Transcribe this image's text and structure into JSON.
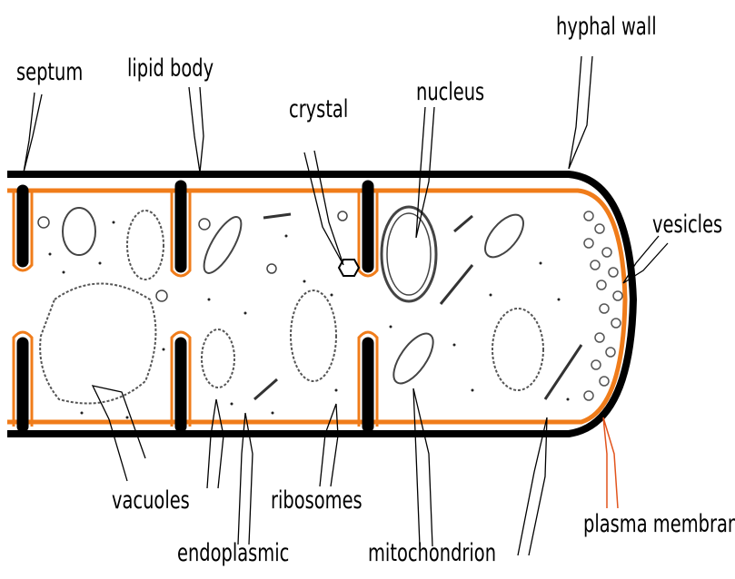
{
  "labels": {
    "septum": "septum",
    "lipid_body": "lipid body",
    "crystal": "crystal",
    "nucleus": "nucleus",
    "hyphal_wall": "hyphal wall",
    "vesicles": "vesicles",
    "vacuoles": "vacuoles",
    "ribosomes": "ribosomes",
    "endoplasmic": "endoplasmic",
    "mitochondrion": "mitochondrion",
    "plasma_membrane": "plasma membrane"
  },
  "colors": {
    "wall": "#000000",
    "membrane": "#f07c1a",
    "background": "#ffffff"
  }
}
